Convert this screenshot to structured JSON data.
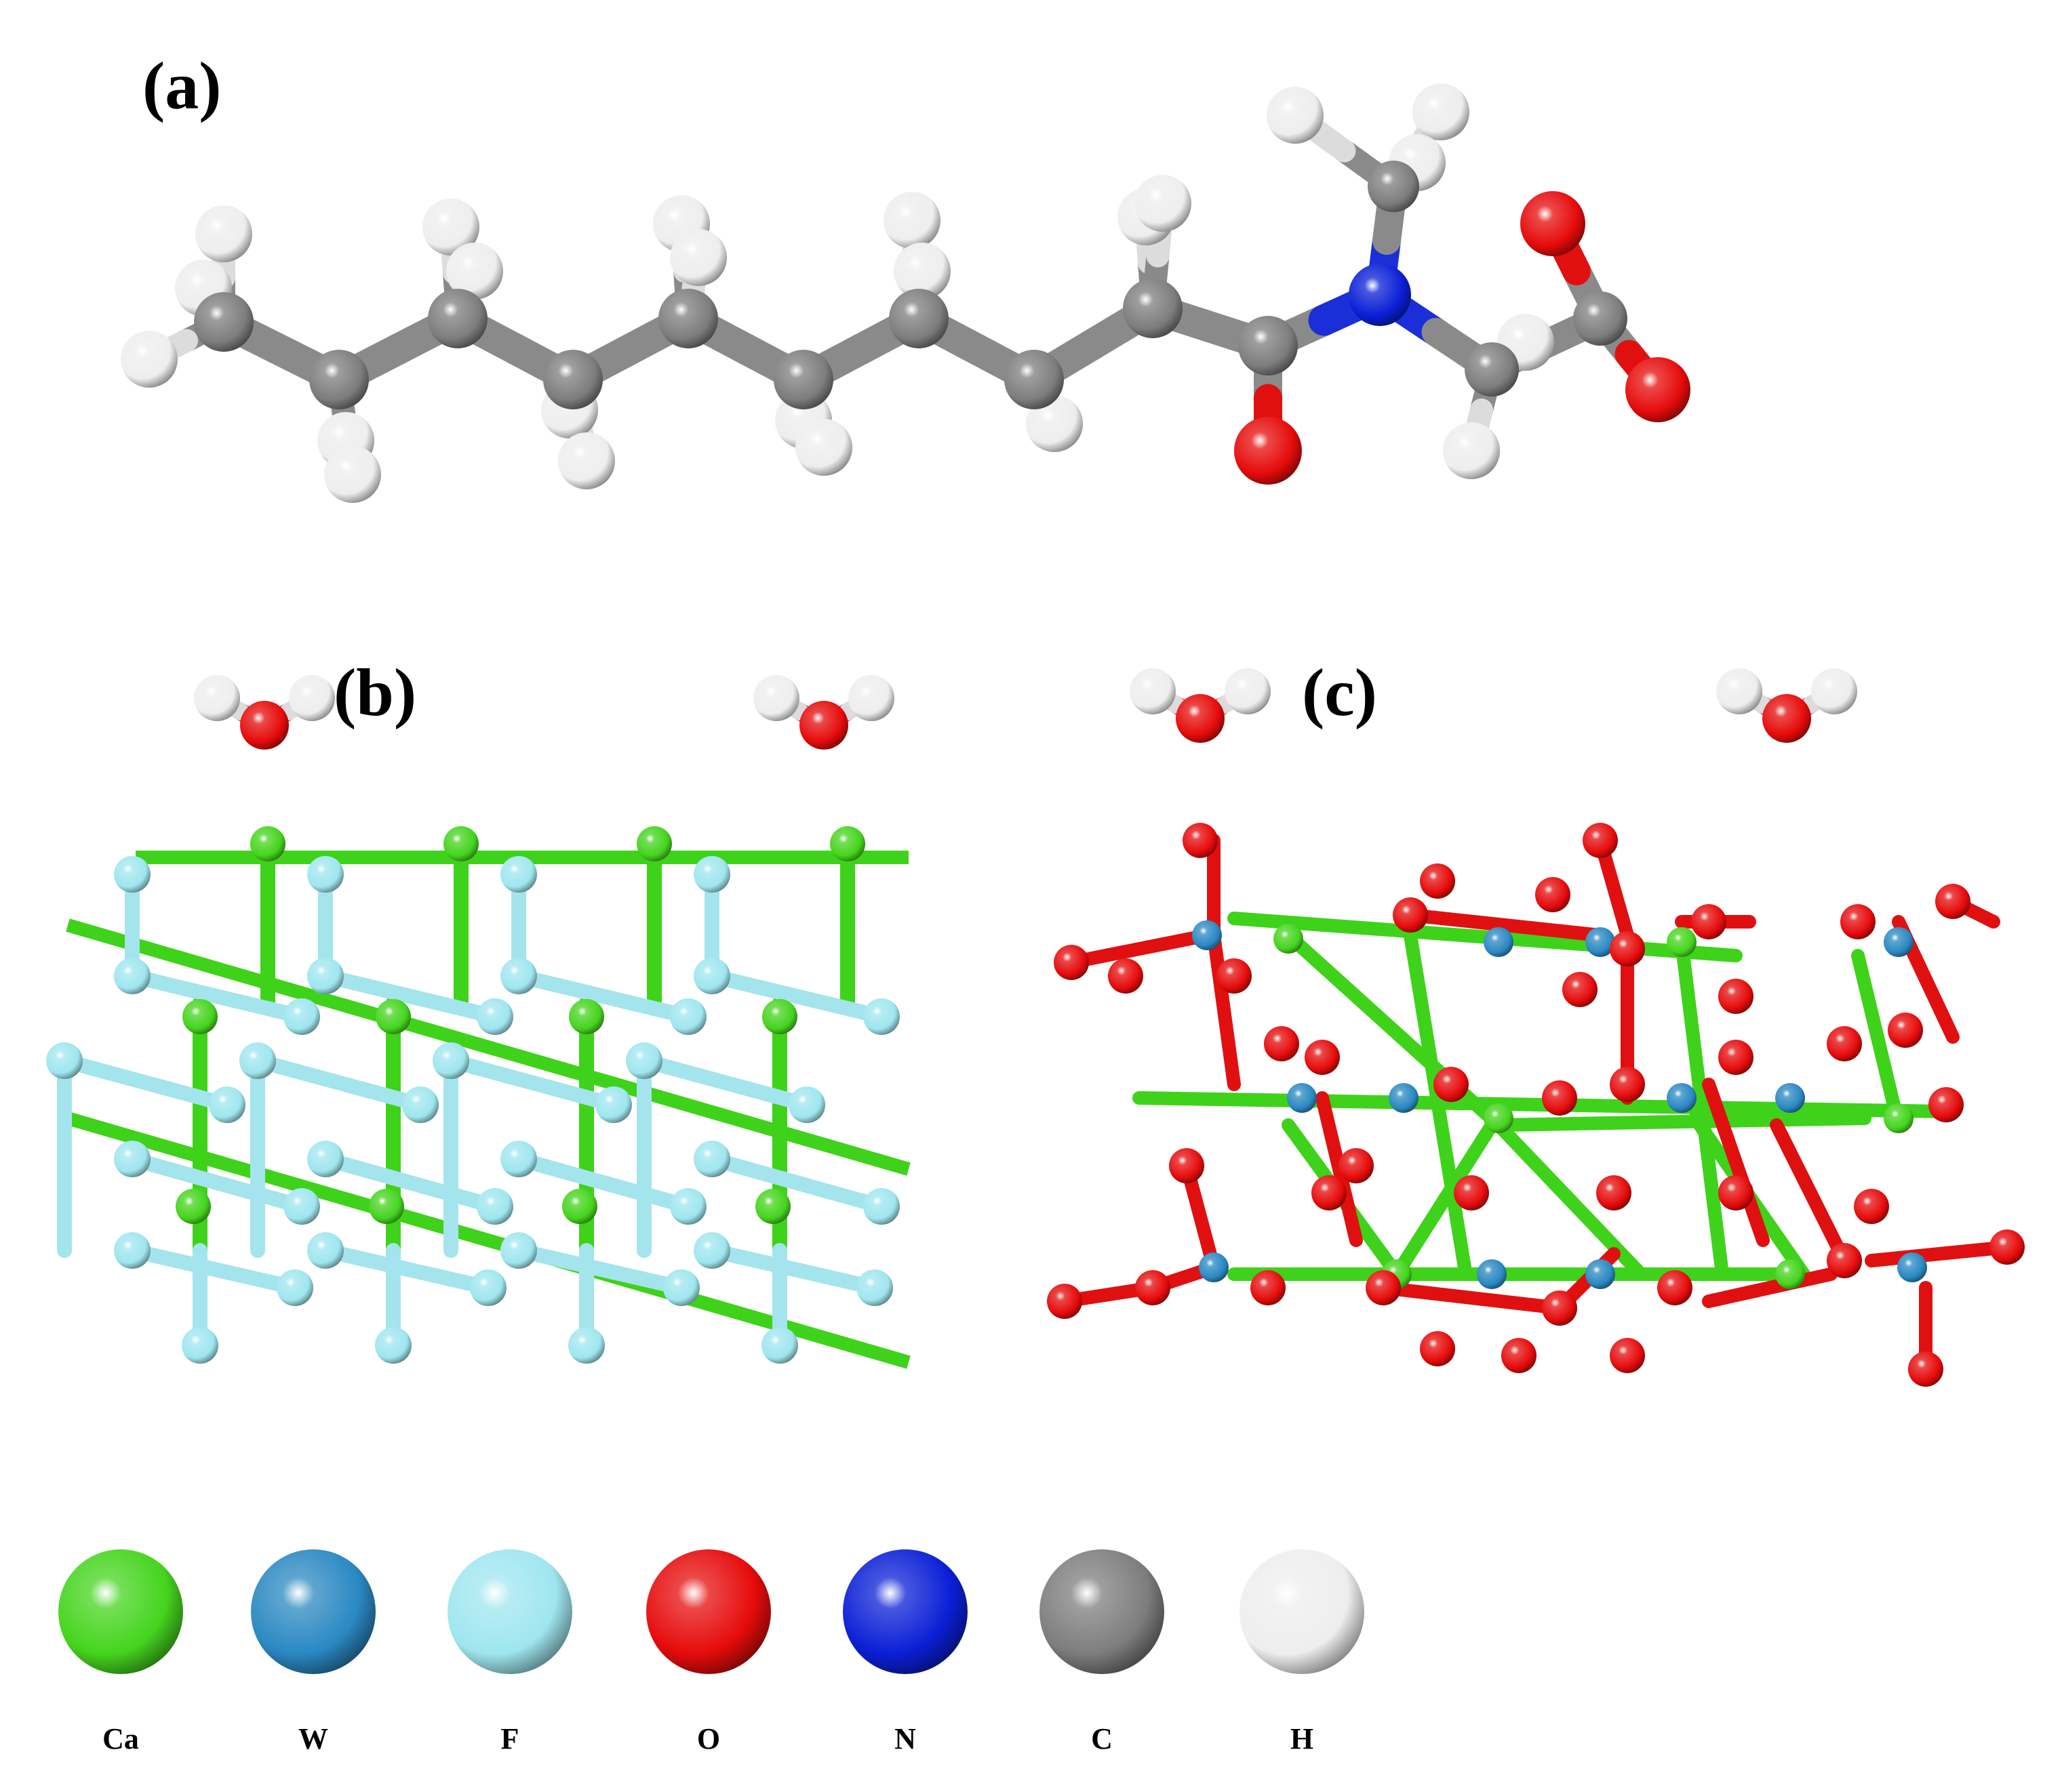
{
  "panels": {
    "a": "(a)",
    "b": "(b)",
    "c": "(c)"
  },
  "elements": [
    {
      "symbol": "Ca",
      "color": "#45d41e"
    },
    {
      "symbol": "W",
      "color": "#2a88c2"
    },
    {
      "symbol": "F",
      "color": "#9fe6ef"
    },
    {
      "symbol": "O",
      "color": "#e60b0b"
    },
    {
      "symbol": "N",
      "color": "#0a1fd6"
    },
    {
      "symbol": "C",
      "color": "#7d7d7d"
    },
    {
      "symbol": "H",
      "color": "#eeeeee"
    }
  ]
}
